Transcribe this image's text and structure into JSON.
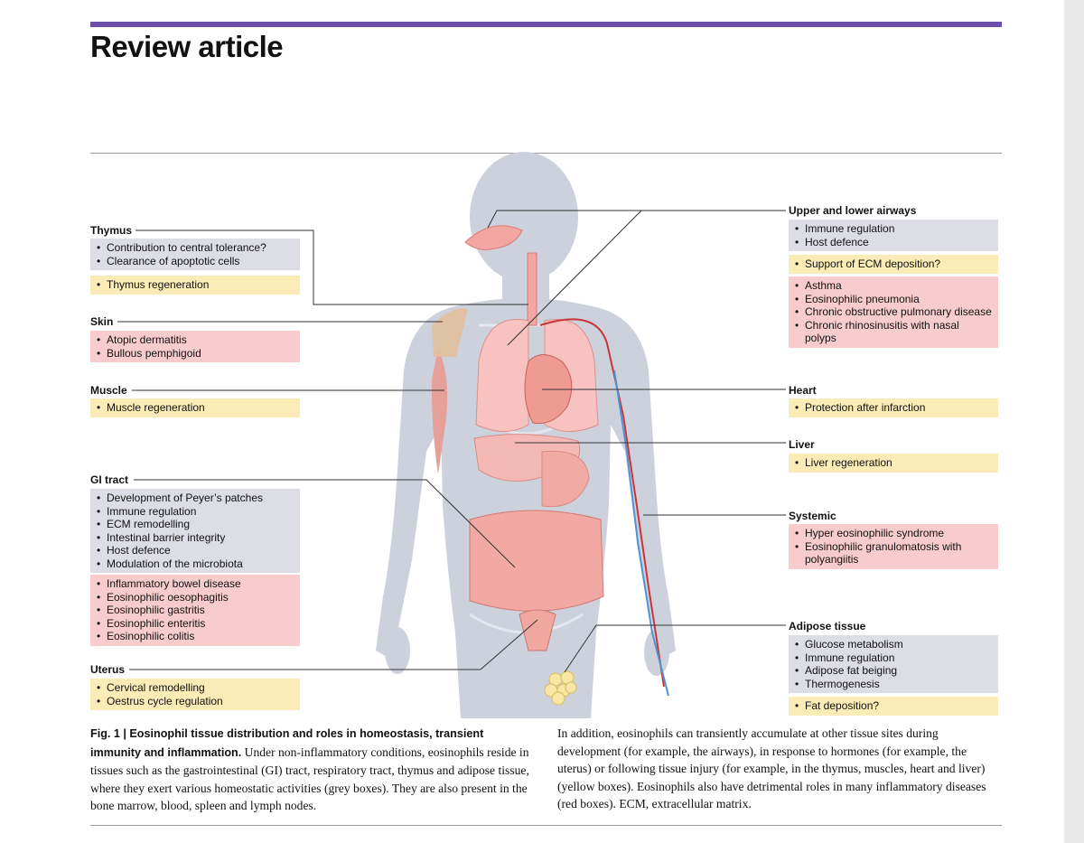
{
  "header": {
    "title": "Review article"
  },
  "figure": {
    "left": {
      "thymus": {
        "label": "Thymus",
        "grey": [
          "Contribution to central tolerance?",
          "Clearance of apoptotic cells"
        ],
        "yellow": [
          "Thymus regeneration"
        ]
      },
      "skin": {
        "label": "Skin",
        "red": [
          "Atopic dermatitis",
          "Bullous pemphigoid"
        ]
      },
      "muscle": {
        "label": "Muscle",
        "yellow": [
          "Muscle regeneration"
        ]
      },
      "gi": {
        "label": "GI tract",
        "grey": [
          "Development of Peyer’s patches",
          "Immune regulation",
          "ECM remodelling",
          "Intestinal barrier integrity",
          "Host defence",
          "Modulation of the microbiota"
        ],
        "red": [
          "Inflammatory bowel disease",
          "Eosinophilic oesophagitis",
          "Eosinophilic gastritis",
          "Eosinophilic enteritis",
          "Eosinophilic colitis"
        ]
      },
      "uterus": {
        "label": "Uterus",
        "yellow": [
          "Cervical remodelling",
          "Oestrus cycle regulation"
        ]
      }
    },
    "right": {
      "airways": {
        "label": "Upper and lower airways",
        "grey": [
          "Immune regulation",
          "Host defence"
        ],
        "yellow": [
          "Support of ECM deposition?"
        ],
        "red": [
          "Asthma",
          "Eosinophilic pneumonia",
          "Chronic obstructive pulmonary disease",
          "Chronic rhinosinusitis with nasal polyps"
        ]
      },
      "heart": {
        "label": "Heart",
        "yellow": [
          "Protection after infarction"
        ]
      },
      "liver": {
        "label": "Liver",
        "yellow": [
          "Liver regeneration"
        ]
      },
      "systemic": {
        "label": "Systemic",
        "red": [
          "Hyper eosinophilic syndrome",
          "Eosinophilic granulomatosis with polyangiitis"
        ]
      },
      "adipose": {
        "label": "Adipose tissue",
        "grey": [
          "Glucose metabolism",
          "Immune regulation",
          "Adipose fat beiging",
          "Thermogenesis"
        ],
        "yellow": [
          "Fat deposition?"
        ]
      }
    }
  },
  "caption": {
    "fig_label": "Fig. 1 | Eosinophil tissue distribution and roles in homeostasis, transient immunity and inflammation.",
    "text_left": "Under non-inflammatory conditions, eosinophils reside in tissues such as the gastrointestinal (GI) tract, respiratory tract, thymus and adipose tissue, where they exert various homeostatic activities (grey boxes). They are also present in the bone marrow, blood, spleen and lymph nodes.",
    "text_right": "In addition, eosinophils can transiently accumulate at other tissue sites during development (for example, the airways), in response to hormones (for example, the uterus) or following tissue injury (for example, in the thymus, muscles, heart and liver) (yellow boxes). Eosinophils also have detrimental roles in many inflammatory diseases (red boxes). ECM, extracellular matrix."
  },
  "colors": {
    "accent_bar": "#6b4fa8",
    "grey_box": "#dcdde5",
    "yellow_box": "#fbebb6",
    "red_box": "#f8cccc"
  }
}
